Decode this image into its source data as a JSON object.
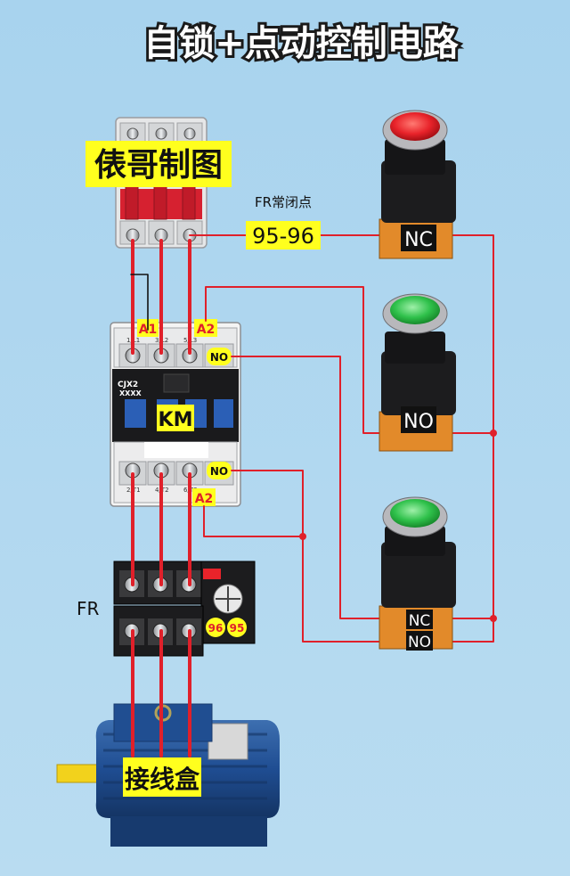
{
  "title": "自锁+点动控制电路",
  "watermark": "俵哥制图",
  "breaker": {},
  "contactor": {
    "model": "CJX2",
    "model_sub": "XXXX",
    "name": "KM",
    "coil_a1": "A1",
    "coil_a2_top": "A2",
    "coil_a2_bottom": "A2",
    "aux_no_top": "NO",
    "aux_no_bottom": "NO",
    "terminals_top": [
      "1/L1",
      "3/L2",
      "5/L3"
    ],
    "terminals_bottom": [
      "2/T1",
      "4/T2",
      "6/T3"
    ]
  },
  "overload": {
    "name": "FR",
    "contact_96": "96",
    "contact_95": "95",
    "nc_caption": "FR常闭点",
    "nc_label": "95-96"
  },
  "buttons": [
    {
      "color": "#e8232a",
      "contact": "NC"
    },
    {
      "color": "#2fc14b",
      "contact": "NO"
    },
    {
      "color": "#2fc14b",
      "contact_top": "NC",
      "contact_bottom": "NO"
    }
  ],
  "motor": {
    "label": "接线盒"
  },
  "colors": {
    "wire": "#e0202a",
    "highlight": "#ffff1e",
    "module": "#151515"
  }
}
